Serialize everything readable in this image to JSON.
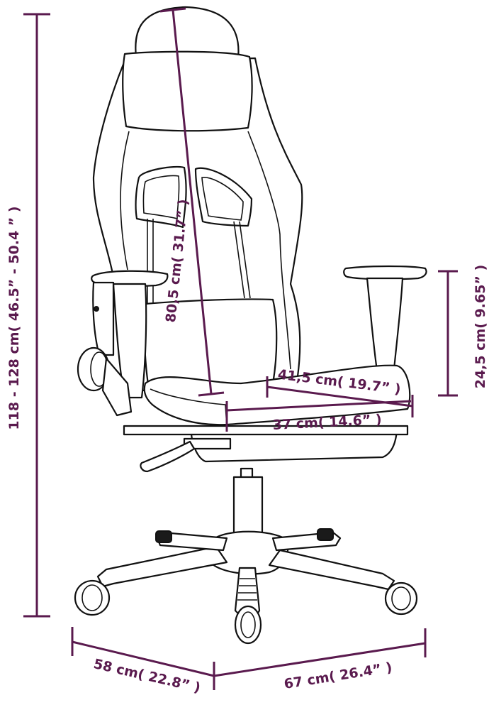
{
  "dimensions": {
    "total_height": "118 - 128 cm( 46.5”  - 50.4 ” )",
    "backrest_height": "80,5 cm( 31.7” )",
    "armrest_height": "24,5 cm( 9.65” )",
    "seat_depth": "41,5 cm( 19.7” )",
    "seat_width": "37 cm( 14.6” )",
    "base_depth": "58 cm( 22.8” )",
    "base_width": "67 cm( 26.4” )"
  },
  "colors": {
    "dimension": "#5a1a4e",
    "outline": "#111111",
    "background": "#ffffff"
  }
}
